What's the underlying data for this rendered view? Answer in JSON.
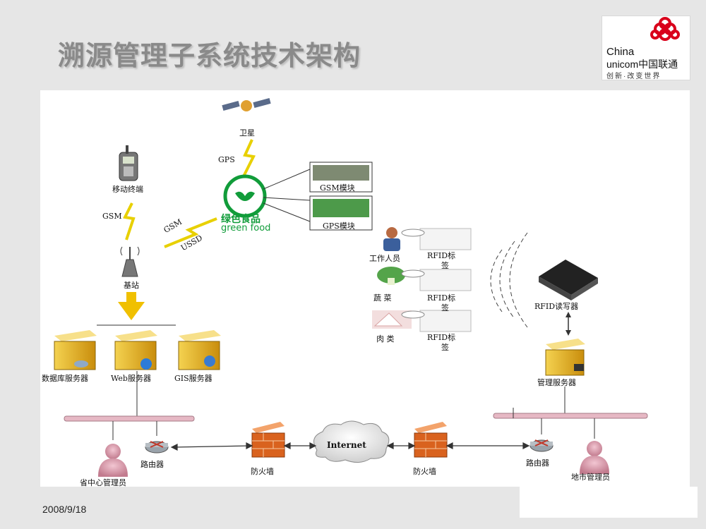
{
  "title": "溯源管理子系统技术架构",
  "date": "2008/9/18",
  "logo": {
    "line1": "China",
    "line2": "unicom中国联通",
    "line3": "创新·改变世界"
  },
  "diagram": {
    "satellite": "卫星",
    "gps_link": "GPS",
    "mobile_terminal": "移动终端",
    "gsm_link": "GSM",
    "gsm_link2": "GSM",
    "ussd_link": "USSD",
    "base_station": "基站",
    "green_food_cn": "绿色食品",
    "green_food_en": "green food",
    "gsm_module": "GSM模块",
    "gps_module": "GPS模块",
    "db_server": "数据库服务器",
    "web_server": "Web服务器",
    "gis_server": "GIS服务器",
    "worker": "工作人员",
    "vegetable": "蔬 菜",
    "meat": "肉 类",
    "rfid_tag_1a": "RFID标",
    "rfid_tag_1b": "签",
    "rfid_tag_2a": "RFID标",
    "rfid_tag_2b": "签",
    "rfid_tag_3a": "RFID标",
    "rfid_tag_3b": "签",
    "rfid_reader": "RFID读写器",
    "mgmt_server": "管理服务器",
    "router_left": "路由器",
    "router_right": "路由器",
    "firewall_left": "防火墙",
    "firewall_right": "防火墙",
    "internet": "Internet",
    "province_admin": "省中心管理员",
    "city_admin": "地市管理员"
  }
}
